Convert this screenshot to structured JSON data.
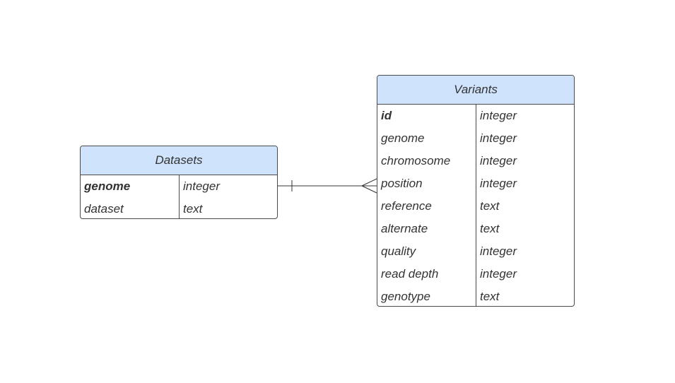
{
  "datasets": {
    "title": "Datasets",
    "rows": [
      {
        "name": "genome",
        "type": "integer",
        "key": true
      },
      {
        "name": "dataset",
        "type": "text",
        "key": false
      }
    ]
  },
  "variants": {
    "title": "Variants",
    "rows": [
      {
        "name": "id",
        "type": "integer",
        "key": true
      },
      {
        "name": "genome",
        "type": "integer",
        "key": false
      },
      {
        "name": "chromosome",
        "type": "integer",
        "key": false
      },
      {
        "name": "position",
        "type": "integer",
        "key": false
      },
      {
        "name": "reference",
        "type": "text",
        "key": false
      },
      {
        "name": "alternate",
        "type": "text",
        "key": false
      },
      {
        "name": "quality",
        "type": "integer",
        "key": false
      },
      {
        "name": "read depth",
        "type": "integer",
        "key": false
      },
      {
        "name": "genotype",
        "type": "text",
        "key": false
      }
    ]
  },
  "relationship": {
    "from": "Datasets",
    "to": "Variants",
    "from_cardinality": "one",
    "to_cardinality": "many"
  },
  "colors": {
    "header_fill": "#cfe3fc",
    "border": "#4a4a4a",
    "text": "#333333"
  }
}
